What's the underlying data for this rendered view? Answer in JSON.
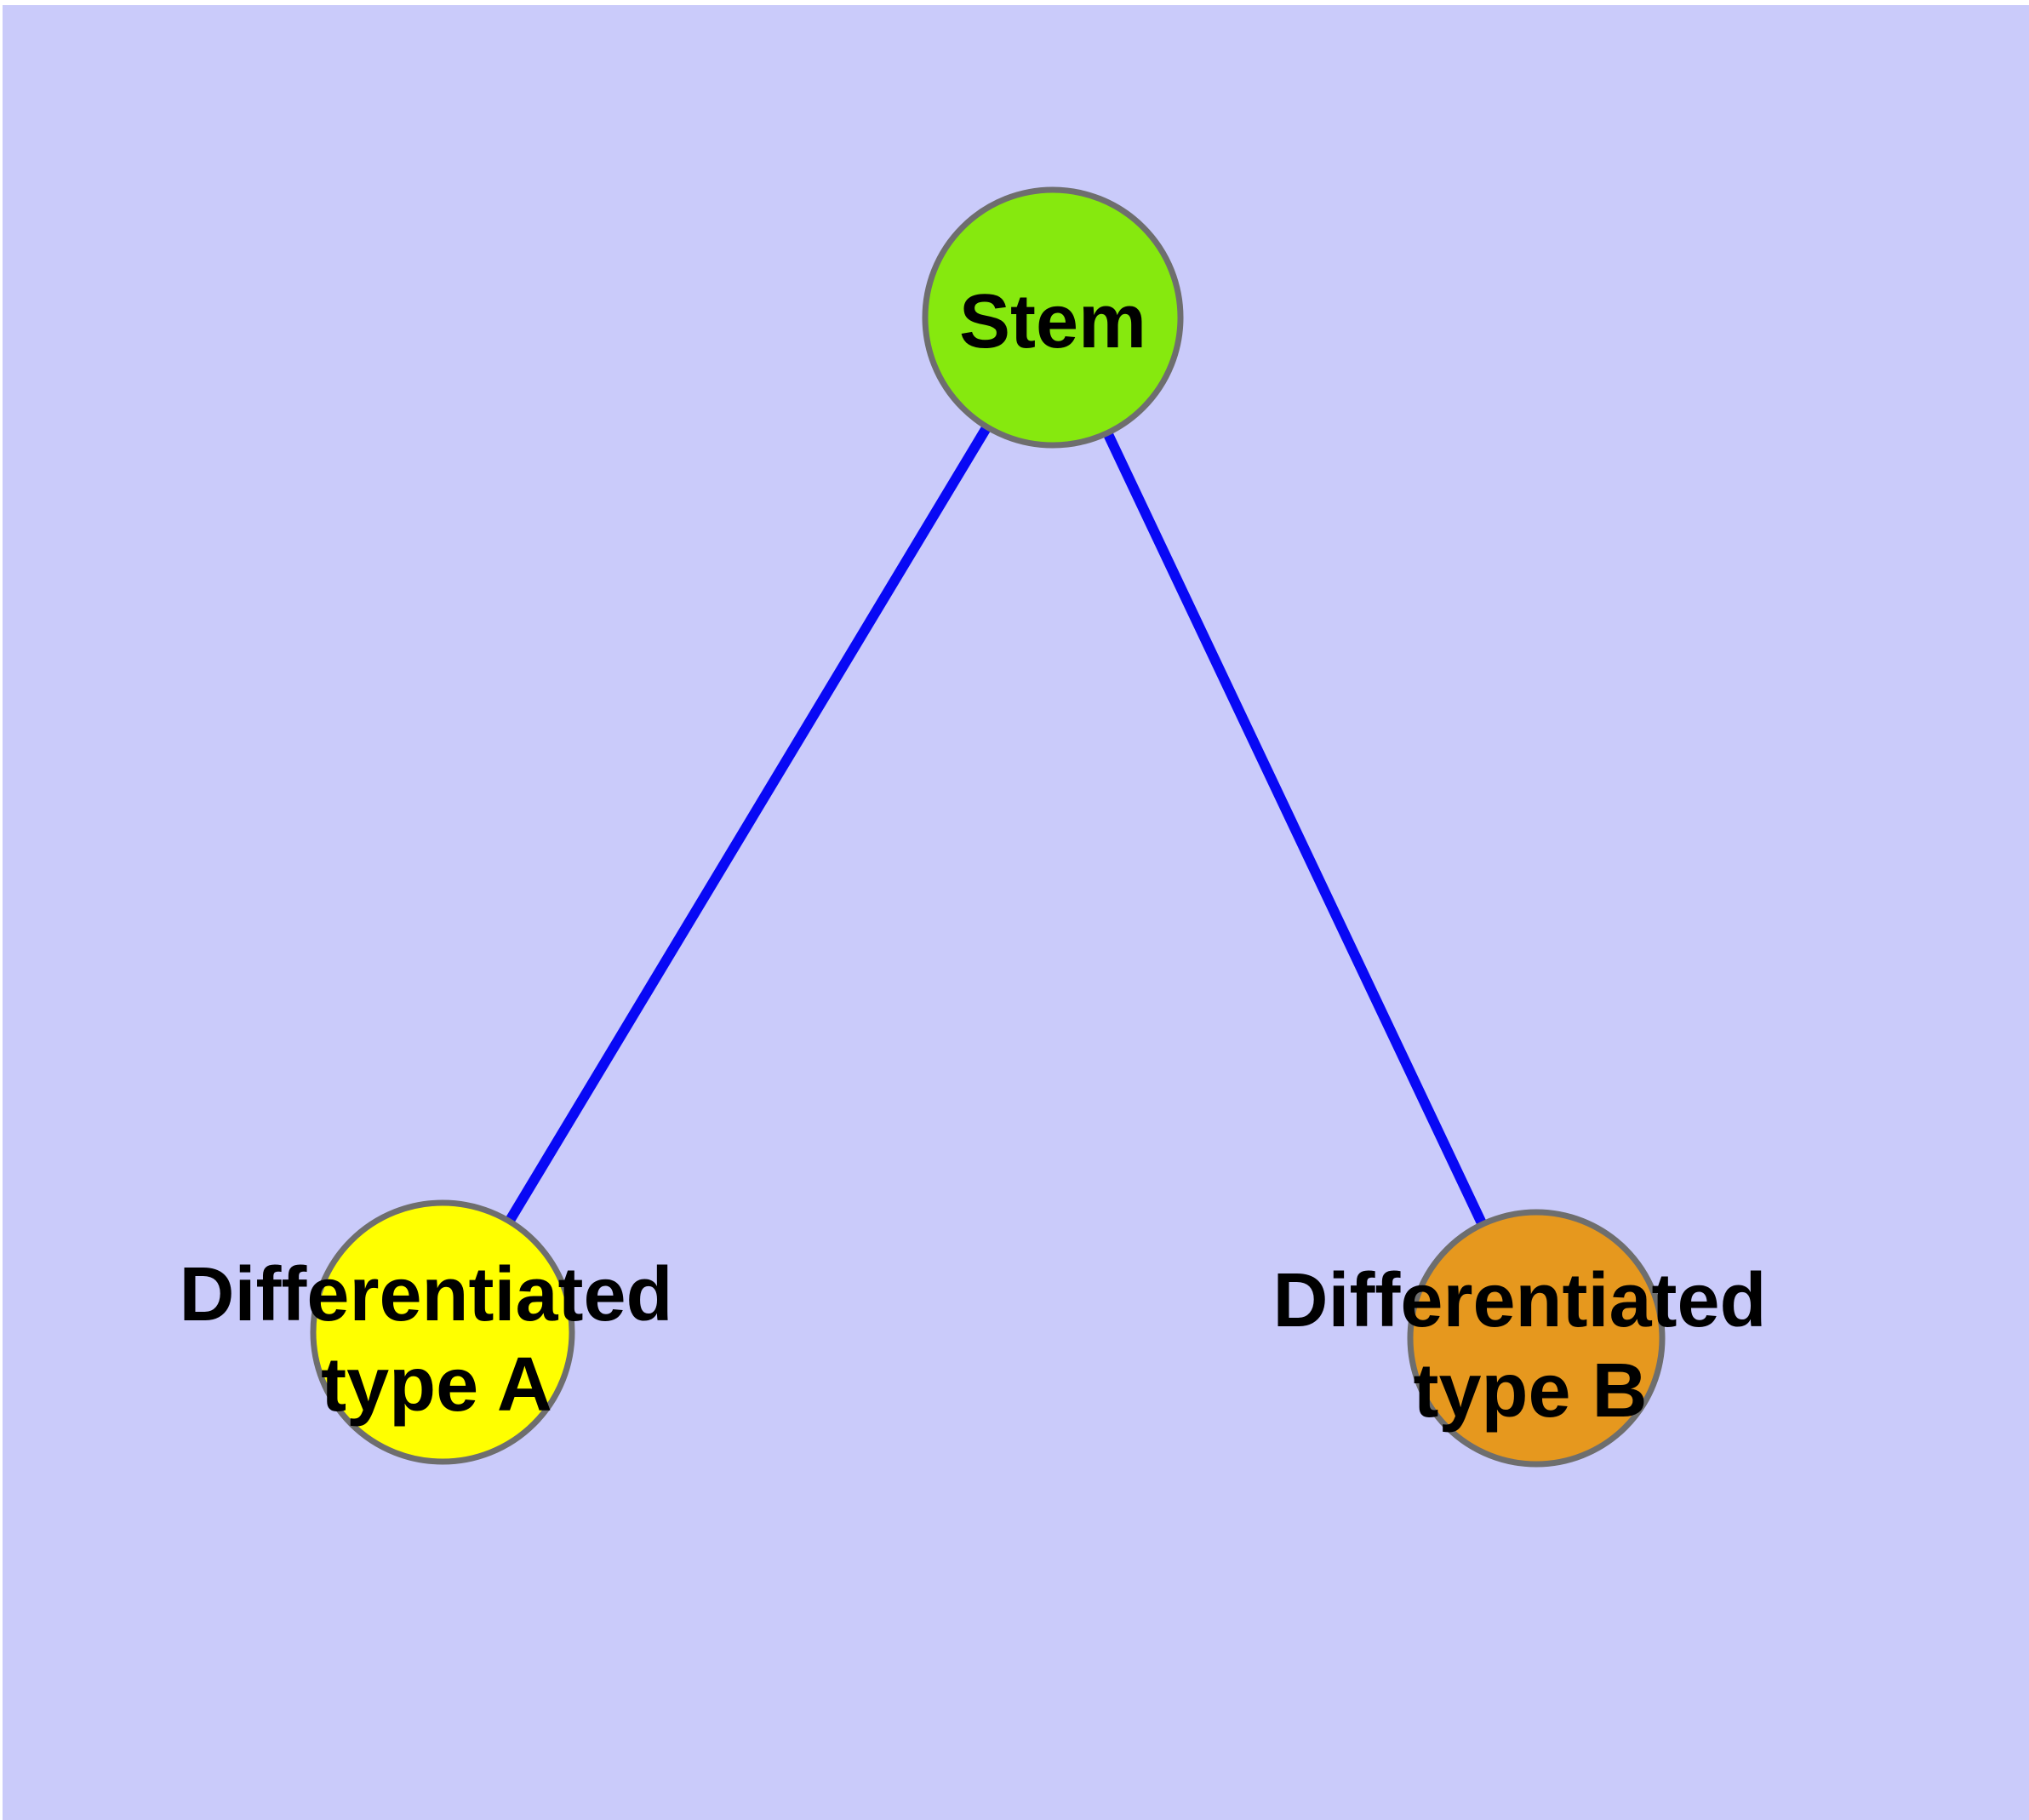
{
  "diagram": {
    "type": "graph",
    "background_color": "#CACBFA",
    "margin_color": "#FFFFFF",
    "text_color": "#000000",
    "node_border_color": "#6E6E6E",
    "edge_color": "#0808F5",
    "nodes": [
      {
        "id": "stem",
        "label": "Stem",
        "fill": "#86E90E"
      },
      {
        "id": "differentiated-type-a",
        "label_line1": "Differentiated",
        "label_line2": "type A",
        "fill": "#FFFF00"
      },
      {
        "id": "differentiated-type-b",
        "label_line1": "Differentiated",
        "label_line2": "type B",
        "fill": "#E6981E"
      }
    ],
    "edges": [
      {
        "from": "Stem",
        "to": "Differentiated type A"
      },
      {
        "from": "Stem",
        "to": "Differentiated type B"
      }
    ]
  }
}
